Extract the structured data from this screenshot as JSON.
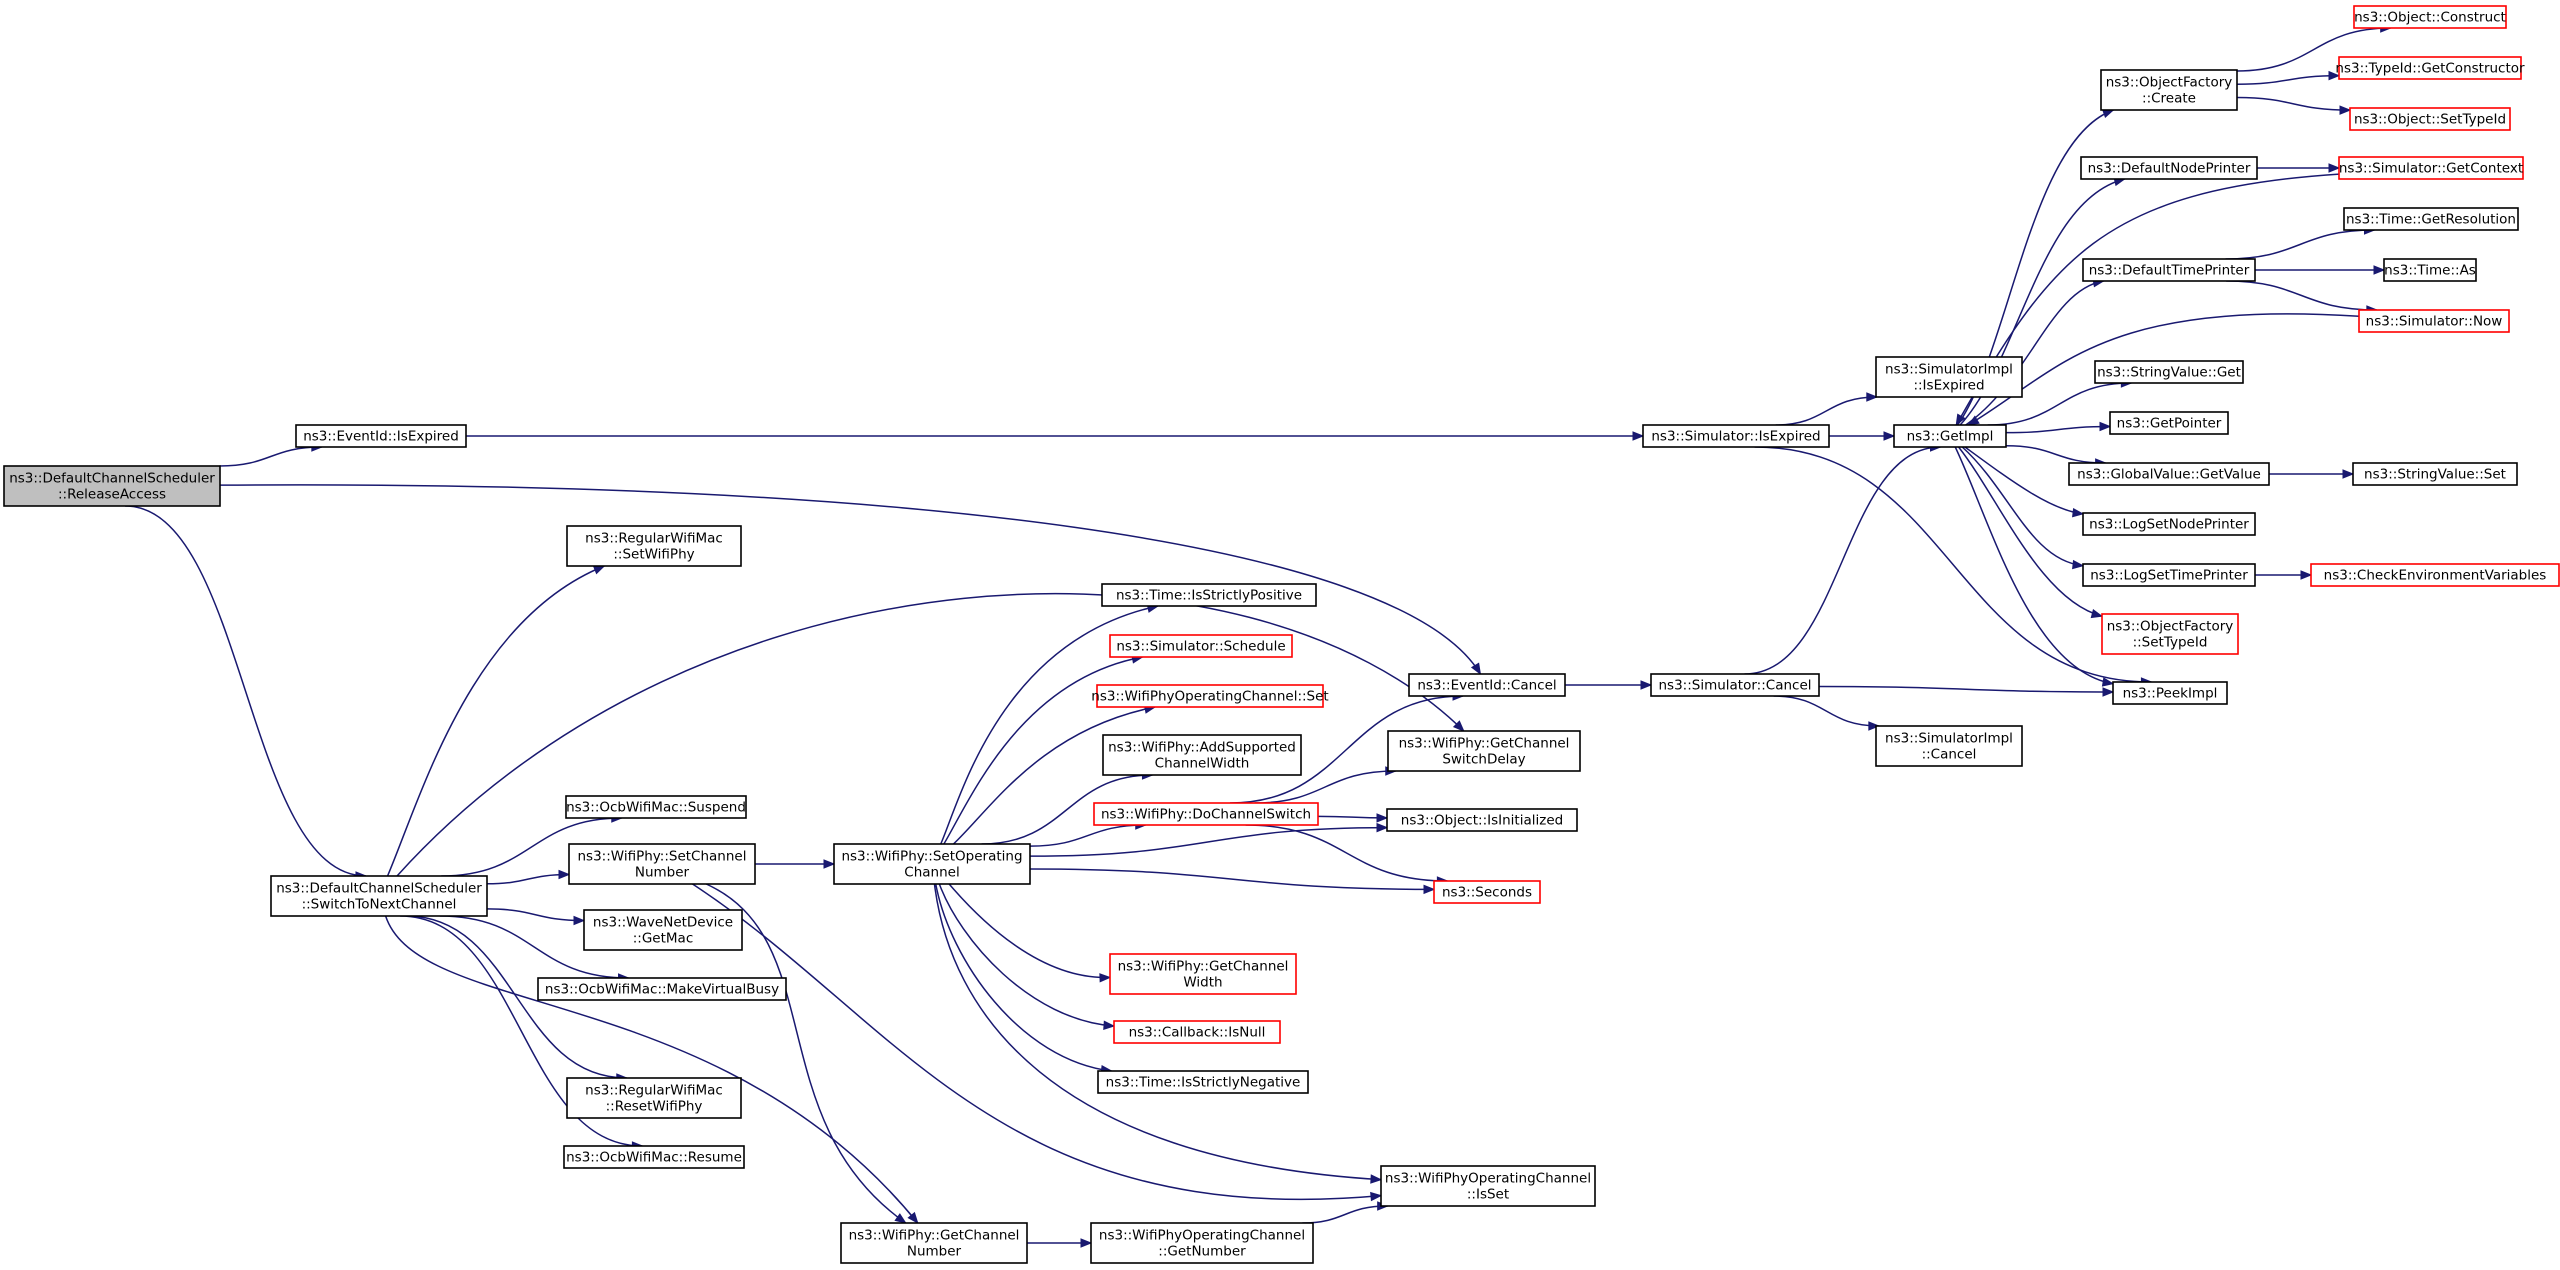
{
  "nodes": [
    {
      "id": "release",
      "lines": [
        "ns3::DefaultChannelScheduler",
        "::ReleaseAccess"
      ],
      "style": "root"
    },
    {
      "id": "eid_expired",
      "lines": [
        "ns3::EventId::IsExpired"
      ],
      "style": "normal"
    },
    {
      "id": "sim_expired",
      "lines": [
        "ns3::Simulator::IsExpired"
      ],
      "style": "normal"
    },
    {
      "id": "simimpl_expired",
      "lines": [
        "ns3::SimulatorImpl",
        "::IsExpired"
      ],
      "style": "normal"
    },
    {
      "id": "getimpl",
      "lines": [
        "ns3::GetImpl"
      ],
      "style": "normal"
    },
    {
      "id": "of_create",
      "lines": [
        "ns3::ObjectFactory",
        "::Create"
      ],
      "style": "normal"
    },
    {
      "id": "obj_construct",
      "lines": [
        "ns3::Object::Construct"
      ],
      "style": "truncated"
    },
    {
      "id": "tid_getctor",
      "lines": [
        "ns3::TypeId::GetConstructor"
      ],
      "style": "truncated"
    },
    {
      "id": "obj_settypeid",
      "lines": [
        "ns3::Object::SetTypeId"
      ],
      "style": "truncated"
    },
    {
      "id": "def_node_printer",
      "lines": [
        "ns3::DefaultNodePrinter"
      ],
      "style": "normal"
    },
    {
      "id": "sim_getcontext",
      "lines": [
        "ns3::Simulator::GetContext"
      ],
      "style": "truncated"
    },
    {
      "id": "time_getres",
      "lines": [
        "ns3::Time::GetResolution"
      ],
      "style": "normal"
    },
    {
      "id": "def_time_printer",
      "lines": [
        "ns3::DefaultTimePrinter"
      ],
      "style": "normal"
    },
    {
      "id": "time_as",
      "lines": [
        "ns3::Time::As"
      ],
      "style": "normal"
    },
    {
      "id": "sim_now",
      "lines": [
        "ns3::Simulator::Now"
      ],
      "style": "truncated"
    },
    {
      "id": "strval_get",
      "lines": [
        "ns3::StringValue::Get"
      ],
      "style": "normal"
    },
    {
      "id": "getpointer",
      "lines": [
        "ns3::GetPointer"
      ],
      "style": "normal"
    },
    {
      "id": "gv_getvalue",
      "lines": [
        "ns3::GlobalValue::GetValue"
      ],
      "style": "normal"
    },
    {
      "id": "strval_set",
      "lines": [
        "ns3::StringValue::Set"
      ],
      "style": "normal"
    },
    {
      "id": "logsetnode",
      "lines": [
        "ns3::LogSetNodePrinter"
      ],
      "style": "normal"
    },
    {
      "id": "logsettime",
      "lines": [
        "ns3::LogSetTimePrinter"
      ],
      "style": "normal"
    },
    {
      "id": "checkenv",
      "lines": [
        "ns3::CheckEnvironmentVariables"
      ],
      "style": "truncated"
    },
    {
      "id": "of_settypeid",
      "lines": [
        "ns3::ObjectFactory",
        "::SetTypeId"
      ],
      "style": "truncated"
    },
    {
      "id": "peekimpl",
      "lines": [
        "ns3::PeekImpl"
      ],
      "style": "normal"
    },
    {
      "id": "sim_cancel",
      "lines": [
        "ns3::Simulator::Cancel"
      ],
      "style": "normal"
    },
    {
      "id": "simimpl_cancel",
      "lines": [
        "ns3::SimulatorImpl",
        "::Cancel"
      ],
      "style": "normal"
    },
    {
      "id": "eid_cancel",
      "lines": [
        "ns3::EventId::Cancel"
      ],
      "style": "normal"
    },
    {
      "id": "rwm_setphy",
      "lines": [
        "ns3::RegularWifiMac",
        "::SetWifiPhy"
      ],
      "style": "normal"
    },
    {
      "id": "time_pos",
      "lines": [
        "ns3::Time::IsStrictlyPositive"
      ],
      "style": "normal"
    },
    {
      "id": "sim_schedule",
      "lines": [
        "ns3::Simulator::Schedule"
      ],
      "style": "truncated"
    },
    {
      "id": "woc_set",
      "lines": [
        "ns3::WifiPhyOperatingChannel::Set"
      ],
      "style": "truncated"
    },
    {
      "id": "addsupported",
      "lines": [
        "ns3::WifiPhy::AddSupported",
        "ChannelWidth"
      ],
      "style": "normal"
    },
    {
      "id": "getswitchdelay",
      "lines": [
        "ns3::WifiPhy::GetChannel",
        "SwitchDelay"
      ],
      "style": "normal"
    },
    {
      "id": "dochanswitch",
      "lines": [
        "ns3::WifiPhy::DoChannelSwitch"
      ],
      "style": "truncated"
    },
    {
      "id": "obj_isinit",
      "lines": [
        "ns3::Object::IsInitialized"
      ],
      "style": "normal"
    },
    {
      "id": "ocb_suspend",
      "lines": [
        "ns3::OcbWifiMac::Suspend"
      ],
      "style": "normal"
    },
    {
      "id": "setchannum",
      "lines": [
        "ns3::WifiPhy::SetChannel",
        "Number"
      ],
      "style": "normal"
    },
    {
      "id": "setopchan",
      "lines": [
        "ns3::WifiPhy::SetOperating",
        "Channel"
      ],
      "style": "normal"
    },
    {
      "id": "switchnext",
      "lines": [
        "ns3::DefaultChannelScheduler",
        "::SwitchToNextChannel"
      ],
      "style": "normal"
    },
    {
      "id": "seconds",
      "lines": [
        "ns3::Seconds"
      ],
      "style": "truncated"
    },
    {
      "id": "wnd_getmac",
      "lines": [
        "ns3::WaveNetDevice",
        "::GetMac"
      ],
      "style": "normal"
    },
    {
      "id": "ocb_busy",
      "lines": [
        "ns3::OcbWifiMac::MakeVirtualBusy"
      ],
      "style": "normal"
    },
    {
      "id": "getchanwidth",
      "lines": [
        "ns3::WifiPhy::GetChannel",
        "Width"
      ],
      "style": "truncated"
    },
    {
      "id": "cb_isnull",
      "lines": [
        "ns3::Callback::IsNull"
      ],
      "style": "truncated"
    },
    {
      "id": "time_neg",
      "lines": [
        "ns3::Time::IsStrictlyNegative"
      ],
      "style": "normal"
    },
    {
      "id": "rwm_resetphy",
      "lines": [
        "ns3::RegularWifiMac",
        "::ResetWifiPhy"
      ],
      "style": "normal"
    },
    {
      "id": "ocb_resume",
      "lines": [
        "ns3::OcbWifiMac::Resume"
      ],
      "style": "normal"
    },
    {
      "id": "woc_isset",
      "lines": [
        "ns3::WifiPhyOperatingChannel",
        "::IsSet"
      ],
      "style": "normal"
    },
    {
      "id": "getchannum",
      "lines": [
        "ns3::WifiPhy::GetChannel",
        "Number"
      ],
      "style": "normal"
    },
    {
      "id": "woc_getnum",
      "lines": [
        "ns3::WifiPhyOperatingChannel",
        "::GetNumber"
      ],
      "style": "normal"
    }
  ],
  "edges": [
    [
      "release",
      "eid_expired"
    ],
    [
      "release",
      "eid_cancel"
    ],
    [
      "release",
      "switchnext"
    ],
    [
      "eid_expired",
      "sim_expired"
    ],
    [
      "sim_expired",
      "simimpl_expired"
    ],
    [
      "sim_expired",
      "getimpl"
    ],
    [
      "sim_expired",
      "peekimpl"
    ],
    [
      "getimpl",
      "of_create"
    ],
    [
      "getimpl",
      "def_node_printer"
    ],
    [
      "getimpl",
      "def_time_printer"
    ],
    [
      "getimpl",
      "strval_get"
    ],
    [
      "getimpl",
      "getpointer"
    ],
    [
      "getimpl",
      "gv_getvalue"
    ],
    [
      "getimpl",
      "logsetnode"
    ],
    [
      "getimpl",
      "logsettime"
    ],
    [
      "getimpl",
      "of_settypeid"
    ],
    [
      "getimpl",
      "peekimpl"
    ],
    [
      "of_create",
      "obj_construct"
    ],
    [
      "of_create",
      "tid_getctor"
    ],
    [
      "of_create",
      "obj_settypeid"
    ],
    [
      "def_node_printer",
      "sim_getcontext"
    ],
    [
      "sim_getcontext",
      "getimpl"
    ],
    [
      "def_time_printer",
      "time_getres"
    ],
    [
      "def_time_printer",
      "time_as"
    ],
    [
      "def_time_printer",
      "sim_now"
    ],
    [
      "sim_now",
      "getimpl"
    ],
    [
      "gv_getvalue",
      "strval_set"
    ],
    [
      "logsettime",
      "checkenv"
    ],
    [
      "eid_cancel",
      "sim_cancel"
    ],
    [
      "sim_cancel",
      "getimpl"
    ],
    [
      "sim_cancel",
      "peekimpl"
    ],
    [
      "sim_cancel",
      "simimpl_cancel"
    ],
    [
      "switchnext",
      "rwm_setphy"
    ],
    [
      "switchnext",
      "getswitchdelay"
    ],
    [
      "switchnext",
      "ocb_suspend"
    ],
    [
      "switchnext",
      "setchannum"
    ],
    [
      "switchnext",
      "wnd_getmac"
    ],
    [
      "switchnext",
      "ocb_busy"
    ],
    [
      "switchnext",
      "rwm_resetphy"
    ],
    [
      "switchnext",
      "ocb_resume"
    ],
    [
      "switchnext",
      "getchannum"
    ],
    [
      "setchannum",
      "setopchan"
    ],
    [
      "setchannum",
      "getchannum"
    ],
    [
      "setchannum",
      "woc_isset"
    ],
    [
      "setopchan",
      "time_pos"
    ],
    [
      "setopchan",
      "sim_schedule"
    ],
    [
      "setopchan",
      "woc_set"
    ],
    [
      "setopchan",
      "addsupported"
    ],
    [
      "setopchan",
      "dochanswitch"
    ],
    [
      "setopchan",
      "obj_isinit"
    ],
    [
      "setopchan",
      "seconds"
    ],
    [
      "setopchan",
      "getchanwidth"
    ],
    [
      "setopchan",
      "cb_isnull"
    ],
    [
      "setopchan",
      "time_neg"
    ],
    [
      "setopchan",
      "woc_isset"
    ],
    [
      "dochanswitch",
      "eid_cancel"
    ],
    [
      "dochanswitch",
      "getswitchdelay"
    ],
    [
      "dochanswitch",
      "obj_isinit"
    ],
    [
      "dochanswitch",
      "seconds"
    ],
    [
      "getchannum",
      "woc_getnum"
    ],
    [
      "woc_getnum",
      "woc_isset"
    ]
  ],
  "colors": {
    "edge": "#191970",
    "node_border": "#000000",
    "truncated_border": "#ff0000",
    "root_fill": "#bfbfbf"
  }
}
